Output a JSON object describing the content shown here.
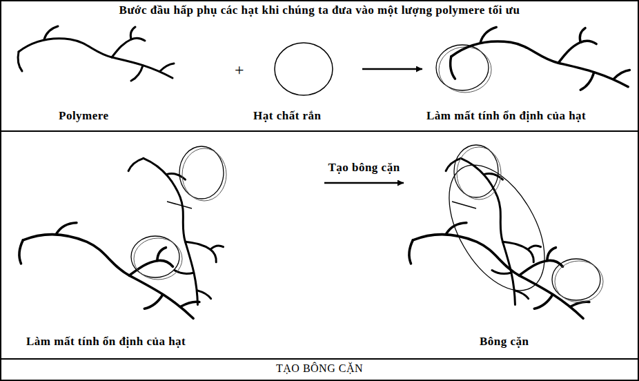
{
  "diagram": {
    "title": "Bước đầu hấp phụ các hạt khi chúng ta đưa vào một lượng polymere tối ưu",
    "caption": "TẠO BÔNG CẶN",
    "nodes": [
      {
        "text": [
          "Polymere"
        ]
      },
      {
        "text": [
          "Hạt chất rắn"
        ]
      },
      {
        "text": [
          "Làm mất tính ổn định của hạt"
        ]
      },
      {
        "text": [
          "Làm mất tính ổn định của hạt"
        ]
      },
      {
        "text": [
          "Bông cặn"
        ]
      }
    ],
    "edges": [
      {
        "from": 1,
        "to": 2,
        "arrow": "to"
      },
      {
        "from": 3,
        "to": 4,
        "label": "Tạo bông cặn",
        "arrow": "to"
      }
    ],
    "labels": [
      "+"
    ]
  }
}
